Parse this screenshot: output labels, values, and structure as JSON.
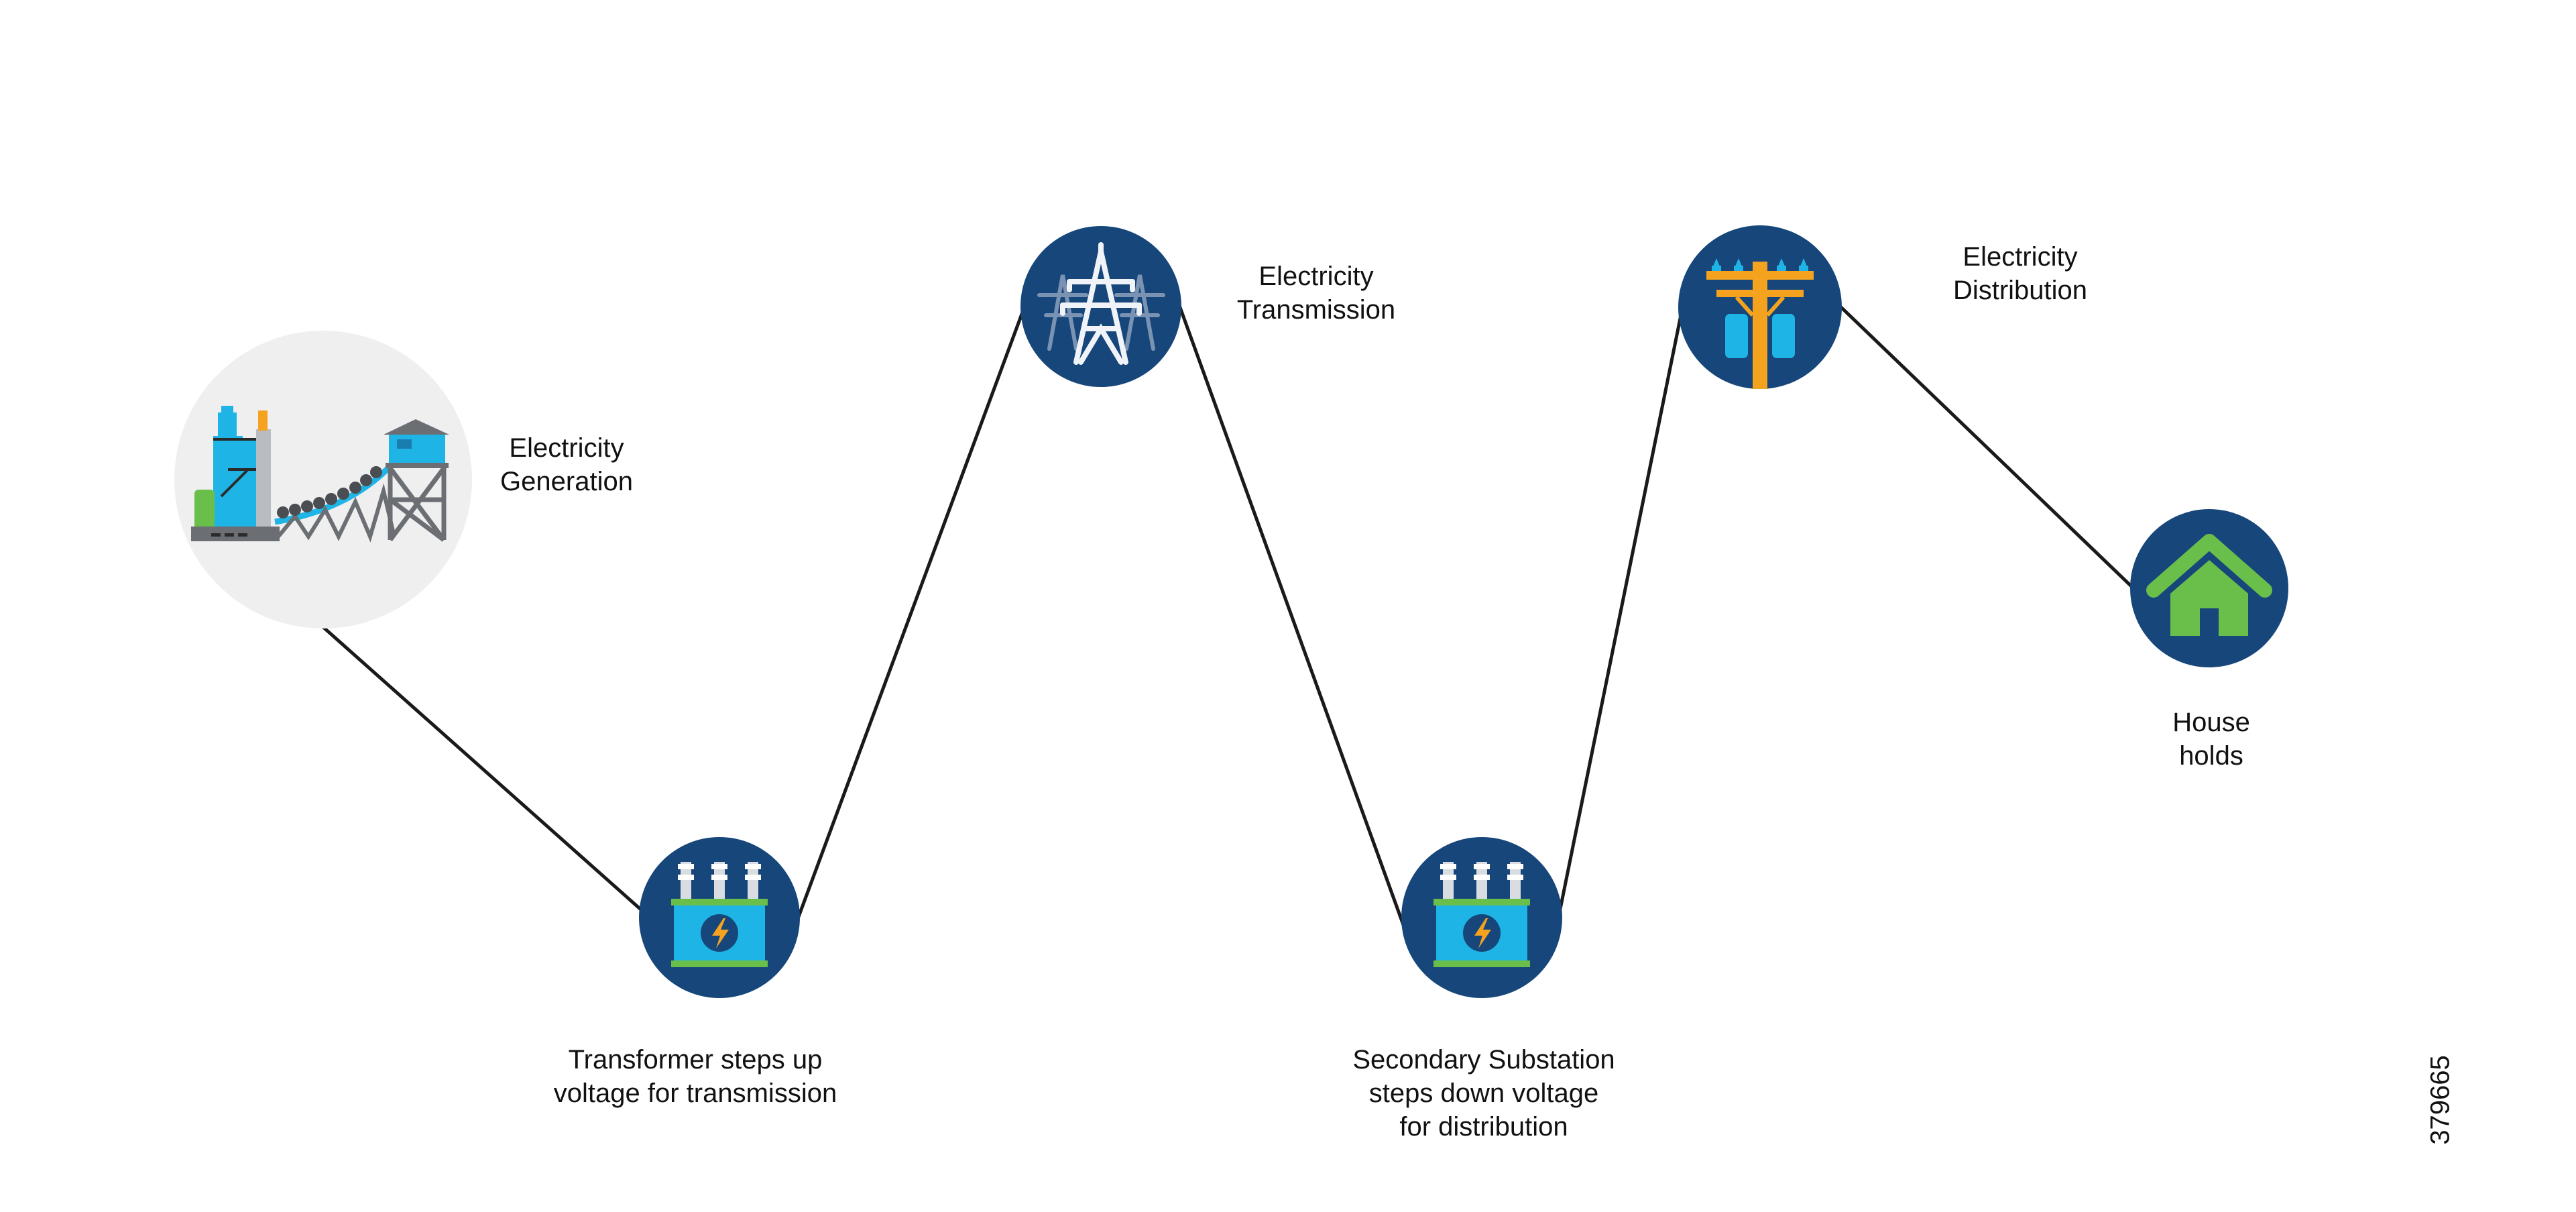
{
  "colors": {
    "node_fill": "#16467a",
    "generation_bg": "#efefef",
    "line": "#1a1a1a",
    "accent_blue": "#1fb4e6",
    "accent_orange": "#f5a31f",
    "accent_green": "#6abf4b",
    "tower_white": "#f0f4f8"
  },
  "nodes": [
    {
      "id": "generation",
      "icon": "power-plant-icon",
      "label_lines": [
        "Electricity",
        "Generation"
      ]
    },
    {
      "id": "step-up",
      "icon": "transformer-icon",
      "label_lines": [
        "Transformer steps up",
        "voltage for transmission"
      ]
    },
    {
      "id": "transmission",
      "icon": "transmission-tower-icon",
      "label_lines": [
        "Electricity",
        "Transmission"
      ]
    },
    {
      "id": "step-down",
      "icon": "transformer-icon",
      "label_lines": [
        "Secondary Substation",
        "steps down voltage",
        "for distribution"
      ]
    },
    {
      "id": "distribution",
      "icon": "utility-pole-icon",
      "label_lines": [
        "Electricity",
        "Distribution"
      ]
    },
    {
      "id": "households",
      "icon": "house-icon",
      "label_lines": [
        "House",
        "holds"
      ]
    }
  ],
  "figure_id": "379665"
}
